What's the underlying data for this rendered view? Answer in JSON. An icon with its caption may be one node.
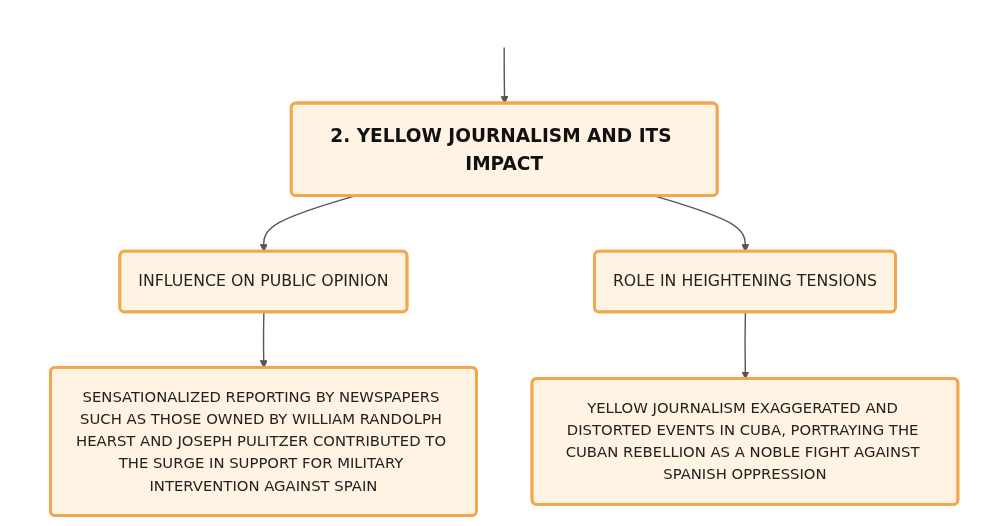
{
  "diagram": {
    "nodes": [
      {
        "text": [
          "2. YELLOW JOURNALISM AND ITS IMPACT"
        ]
      },
      {
        "text": [
          "INFLUENCE ON PUBLIC OPINION"
        ]
      },
      {
        "text": [
          "ROLE IN HEIGHTENING TENSIONS"
        ]
      },
      {
        "text": [
          "SENSATIONALIZED REPORTING BY NEWSPAPERS SUCH AS THOSE OWNED BY WILLIAM RANDOLPH HEARST AND JOSEPH PULITZER CONTRIBUTED TO THE SURGE IN SUPPORT FOR MILITARY INTERVENTION AGAINST SPAIN"
        ]
      },
      {
        "text": [
          "YELLOW JOURNALISM EXAGGERATED AND DISTORTED EVENTS IN CUBA, PORTRAYING THE CUBAN REBELLION AS A NOBLE FIGHT AGAINST SPANISH OPPRESSION"
        ]
      }
    ],
    "edges": [
      {
        "from": null,
        "to": 0,
        "arrow": "to"
      },
      {
        "from": 0,
        "to": 1,
        "arrow": "to"
      },
      {
        "from": 0,
        "to": 2,
        "arrow": "to"
      },
      {
        "from": 1,
        "to": 3,
        "arrow": "to"
      },
      {
        "from": 2,
        "to": 4,
        "arrow": "to"
      }
    ]
  }
}
